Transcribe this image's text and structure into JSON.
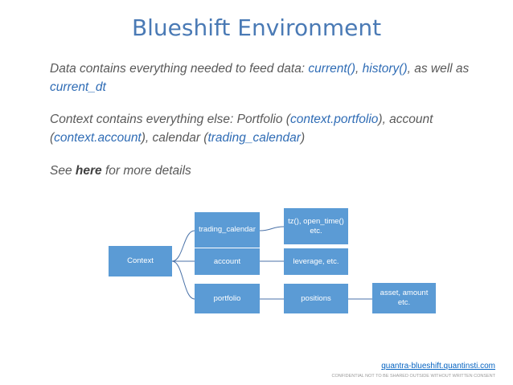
{
  "title": "Blueshift Environment",
  "paragraphs": {
    "p1": {
      "t1": "Data contains everything needed to feed data: ",
      "h1": "current()",
      "t2": ", ",
      "h2": "history()",
      "t3": ", as well as ",
      "h3": "current_dt"
    },
    "p2": {
      "t1": "Context contains everything else: Portfolio (",
      "h1": "context.portfolio",
      "t2": "), account (",
      "h2": "context.account",
      "t3": "), calendar (",
      "h3": "trading_calendar",
      "t4": ")"
    },
    "p3": {
      "t1": "See ",
      "bold": "here",
      "t2": " for more details"
    }
  },
  "diagram": {
    "nodes": {
      "context": "Context",
      "trading_calendar": "trading_calendar",
      "account": "account",
      "portfolio": "portfolio",
      "tz": "tz(), open_time() etc.",
      "leverage": "leverage, etc.",
      "positions": "positions",
      "asset": "asset, amount etc."
    }
  },
  "footer": {
    "link": "quantra-blueshift.quantinsti.com",
    "confidential": "CONFIDENTIAL NOT TO BE SHARED OUTSIDE WITHOUT WRITTEN CONSENT"
  },
  "colors": {
    "title": "#4a7ab5",
    "highlight": "#2f6cb5",
    "box": "#5b9bd5",
    "connector": "#4a72a8"
  }
}
